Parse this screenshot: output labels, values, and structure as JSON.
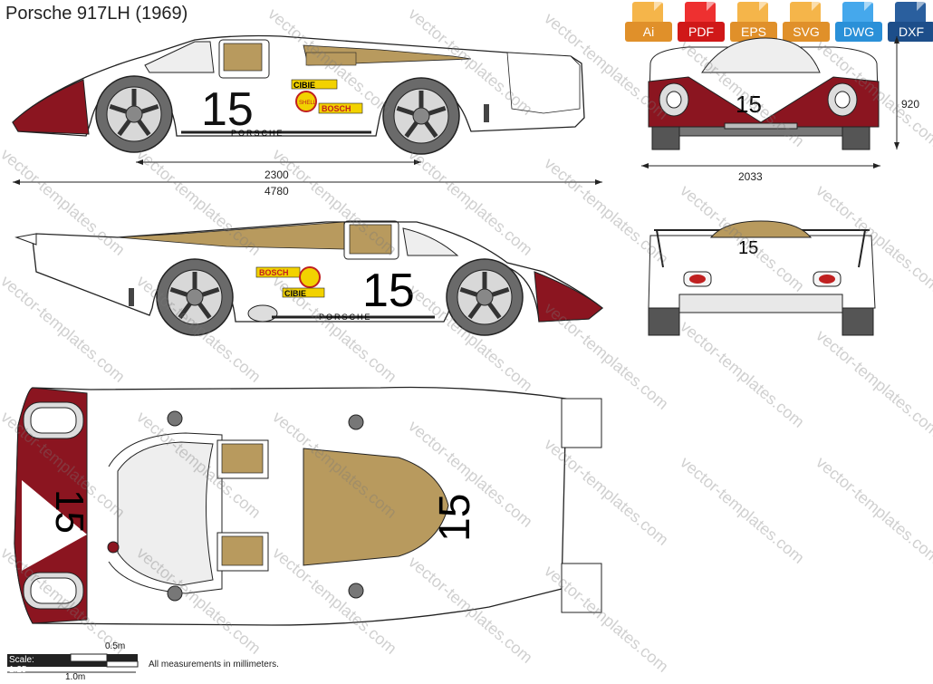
{
  "title": "Porsche 917LH (1969)",
  "formats": [
    {
      "label": "Ai",
      "color": "#f0a030"
    },
    {
      "label": "PDF",
      "color": "#e02020"
    },
    {
      "label": "EPS",
      "color": "#f0a030"
    },
    {
      "label": "SVG",
      "color": "#f0a030"
    },
    {
      "label": "DWG",
      "color": "#2a90d8"
    },
    {
      "label": "DXF",
      "color": "#1d4e8a"
    }
  ],
  "dimensions": {
    "wheelbase": "2300",
    "length": "4780",
    "width": "2033",
    "height": "920"
  },
  "car_number": "15",
  "sponsors": {
    "cibie": "CIBIE",
    "bosch": "BOSCH",
    "shell": "SHELL",
    "porsche": "PORSCHE"
  },
  "scale": {
    "label": "Scale: 1:25",
    "half": "0.5m",
    "full": "1.0m"
  },
  "note": "All measurements in millimeters.",
  "watermark": "vector-templates.com",
  "colors": {
    "body": "#ffffff",
    "red": "#8b1520",
    "gold": "#b89a5e",
    "tyre": "#555555",
    "outline": "#222222"
  }
}
